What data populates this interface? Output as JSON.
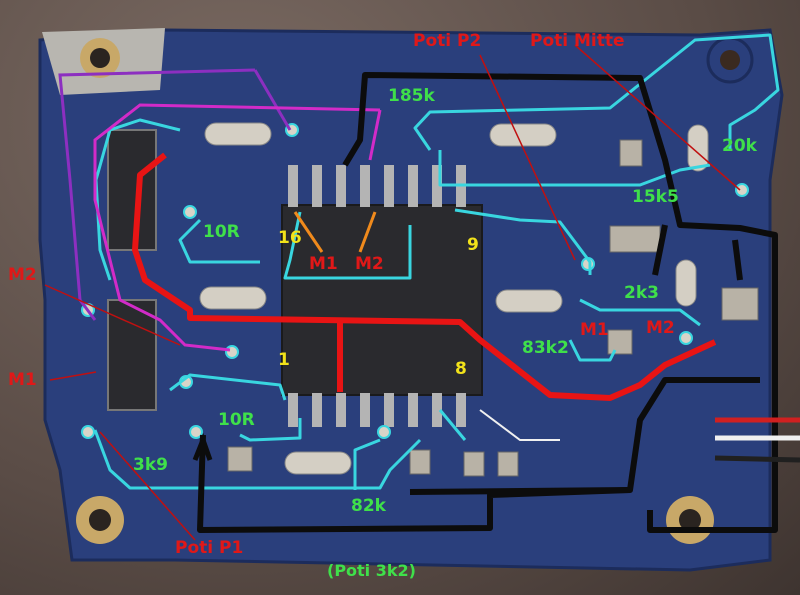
{
  "labels": {
    "poti_p2": "Poti P2",
    "poti_mitte": "Poti Mitte",
    "r185k": "185k",
    "r20k": "20k",
    "r15k5": "15k5",
    "r10r_top": "10R",
    "pin16": "16",
    "m1_top": "M1",
    "m2_top": "M2",
    "pin9": "9",
    "m2_left": "M2",
    "r2k3": "2k3",
    "m1_right": "M1",
    "m2_right": "M2",
    "m1_left": "M1",
    "r83k2": "83k2",
    "pin1": "1",
    "pin8": "8",
    "r10r_bottom": "10R",
    "r3k9": "3k9",
    "r82k": "82k",
    "poti_p1": "Poti P1",
    "poti_3k2": "(Poti 3k2)"
  },
  "colors": {
    "board": "#2a3f7c",
    "trace_cyan": "#39d6e0",
    "trace_red": "#e81414",
    "trace_black": "#0c0c0c",
    "trace_purple": "#8c2fc0",
    "trace_magenta": "#d22bc8",
    "trace_orange": "#f08a1c",
    "text_green": "#3fe04a",
    "text_red": "#e01818",
    "text_yellow": "#f2e21a"
  }
}
